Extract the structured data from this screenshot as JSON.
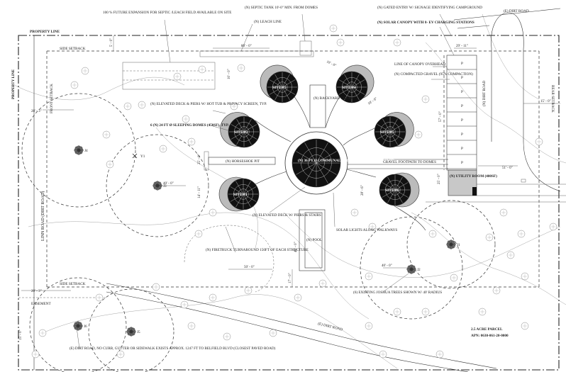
{
  "labels": {
    "future_expansion": "100 % FUTURE EXPANSION FOR SEPTIC /LEACH FIELD AVAILABLE ON SITE",
    "septic_tank": "(N) SEPTIC TANK 10'-0\" MIN. FROM DOMES",
    "leach_line": "(N) LEACH LINE",
    "gated_entry": "(N) GATED ENTRY W/ SIGNAGE IDENTIFYING CAMPGROUND",
    "dirt_road_top": "(E) DIRT ROAD",
    "solar_canopy": "(N) SOLAR CANOPY WITH 8- EV CHARGING STATIONS",
    "property_line": "PROPERTY LINE",
    "side_setback_top": "SIDE SETBACK",
    "front_setback": "FRONT SETBACK",
    "rear_setback": "REAR SETBACK",
    "property_line_left": "PROPERTY LINE",
    "line_of_canopy": "LINE OF CANOPY OVERHEAD",
    "compacted_gravel": "(N) COMPACTED GRAVEL (95% COMPACTION)",
    "elevated_deck": "(N) ELEVATED DECK & PIERS W/ HOT TUB & PRIVACY SCREEN, TYP.",
    "sleeping_domes": "6 (N) 24 FT Ø SLEEPING DOMES (450SF), TYP.",
    "courtyard": "(N) BACKYARD COURT",
    "horseshoe_pit": "(N) HORSESHOE PIT",
    "communal_dome": "(N) 36 FT Ø COMMUNAL RECREATION DOME (1018 SF)",
    "gravel_footpath": "GRAVEL FOOTPATH TO DOMES",
    "utility_room": "(N) UTILITY ROOM (400SF)",
    "dirt_road_right": "(N) DIRT ROAD",
    "linn_road": "LINN ROAD (DIRT ROAD)",
    "elevated_deck_stairs": "(N) ELEVATED DECK W/ PIERS & STAIRS",
    "solar_lights": "SOLAR LIGHTS ALONG WALKWAYS",
    "pool": "(N) POOL",
    "firetruck": "(N) FIRETRUCK TURNAROUND 150FT OF EACH STRUCTURE",
    "side_setback_bottom": "SIDE SETBACK",
    "easement": "EASEMENT",
    "joshua_trees": "(6) EXISTING JOSHUA TREES SHOWN W/ 40' RADIUS",
    "dirt_road_bottom": "(E) DIRT ROAD",
    "dirt_road_note": "(E) DIRT ROAD, NO CURB, GUTTER OR SIDEWALK EXISTS APPROX. 1247 FT TO BELFIELD BLVD (CLOSEST PAVED ROAD)",
    "parcel_title": "2.5 ACRE PARCEL",
    "parcel_apn": "APN: 0630-061-20-0000"
  },
  "sites": [
    "SITE #1",
    "SITE #2",
    "SITE #3",
    "SITE #4",
    "SITE #5",
    "SITE #6"
  ],
  "trees": [
    "J1",
    "J2",
    "J3",
    "J4",
    "J5",
    "J6",
    "Y1"
  ],
  "parking": [
    "P",
    "P",
    "P",
    "P",
    "P",
    "P",
    "P",
    "P"
  ],
  "dims": {
    "d_80": "80' - 0\"",
    "d_29": "29' - 11\"",
    "d_5a": "5' - 0\"",
    "d_15r": "15' - 0\"",
    "d_28l": "28' - 3\"",
    "d_20l": "20' - 3\"",
    "d_57": "57' - 0\"",
    "d_51": "51' - 0\"",
    "d_40a": "40' - 0\"",
    "d_40b": "40' - 0\"",
    "d_50": "50' - 0\"",
    "d_48": "48' - 0\"",
    "d_17": "17' - 0\"",
    "d_10a": "10' - 0\"",
    "d_10b": "10' - 0\"",
    "d_10c": "10' - 0\"",
    "d_28b": "28' - 6\"",
    "d_25": "25' - 0\"",
    "d_14": "14' - 11\"",
    "d_25b": "25' - 0\"",
    "d_15l": "15' - 0\""
  }
}
